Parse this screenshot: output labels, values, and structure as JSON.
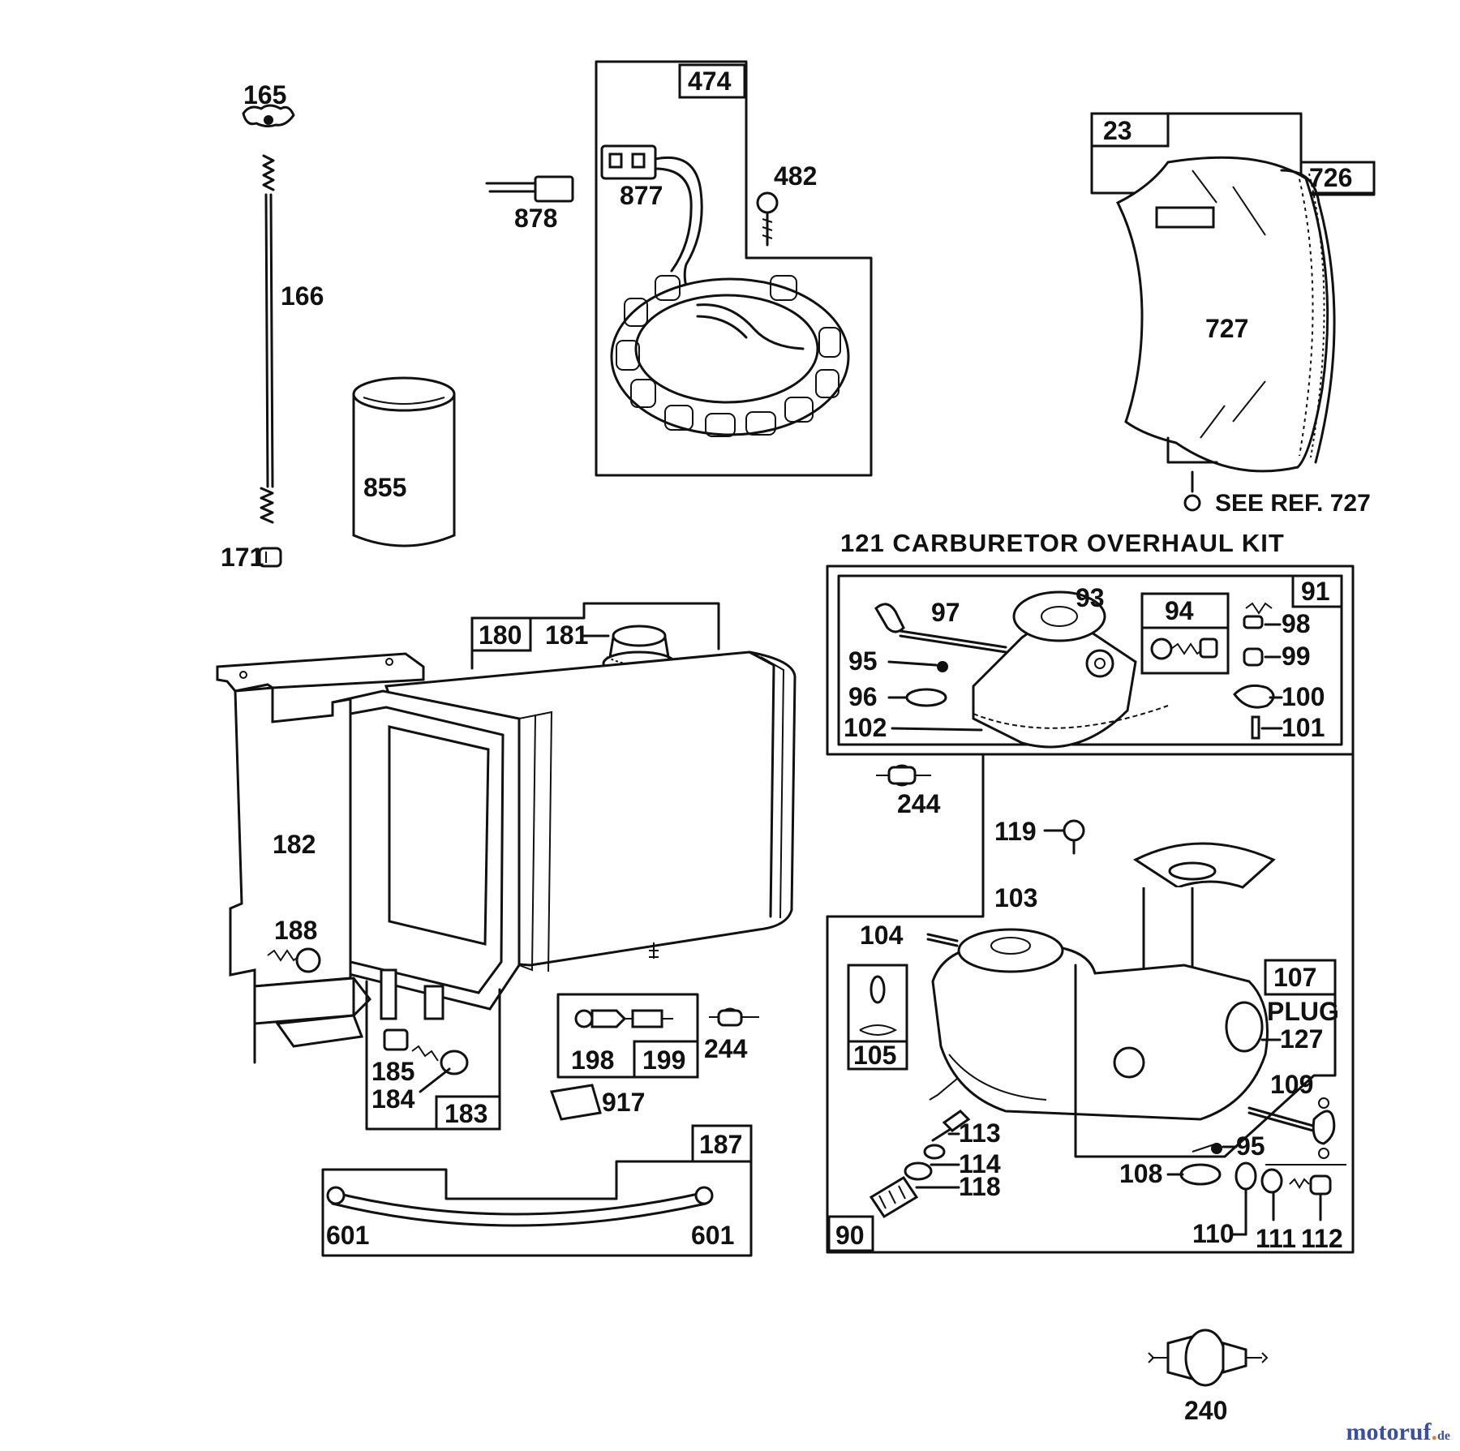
{
  "labels": {
    "l165": "165",
    "l166": "166",
    "l171": "171",
    "l855": "855",
    "l474": "474",
    "l482": "482",
    "l877": "877",
    "l878": "878",
    "l23": "23",
    "l726": "726",
    "l727": "727",
    "see_ref": "SEE REF. 727",
    "carb_title": "121 CARBURETOR OVERHAUL KIT",
    "l91": "91",
    "l93": "93",
    "l94": "94",
    "l95a": "95",
    "l96": "96",
    "l97": "97",
    "l98": "98",
    "l99": "99",
    "l100": "100",
    "l101": "101",
    "l102": "102",
    "l244a": "244",
    "l119": "119",
    "l103": "103",
    "l104": "104",
    "l105": "105",
    "l107": "107",
    "plug": "PLUG",
    "l127": "127",
    "l109": "109",
    "l95b": "95",
    "l108": "108",
    "l113": "113",
    "l114": "114",
    "l118": "118",
    "l110": "110",
    "l111": "111",
    "l112": "112",
    "l90": "90",
    "l180": "180",
    "l181": "181",
    "l182": "182",
    "l188": "188",
    "l185": "185",
    "l184": "184",
    "l183": "183",
    "l198": "198",
    "l199": "199",
    "l244b": "244",
    "l917": "917",
    "l187": "187",
    "l601a": "601",
    "l601b": "601",
    "l240": "240"
  },
  "watermark": {
    "main": "motoruf",
    "tld": "de"
  }
}
